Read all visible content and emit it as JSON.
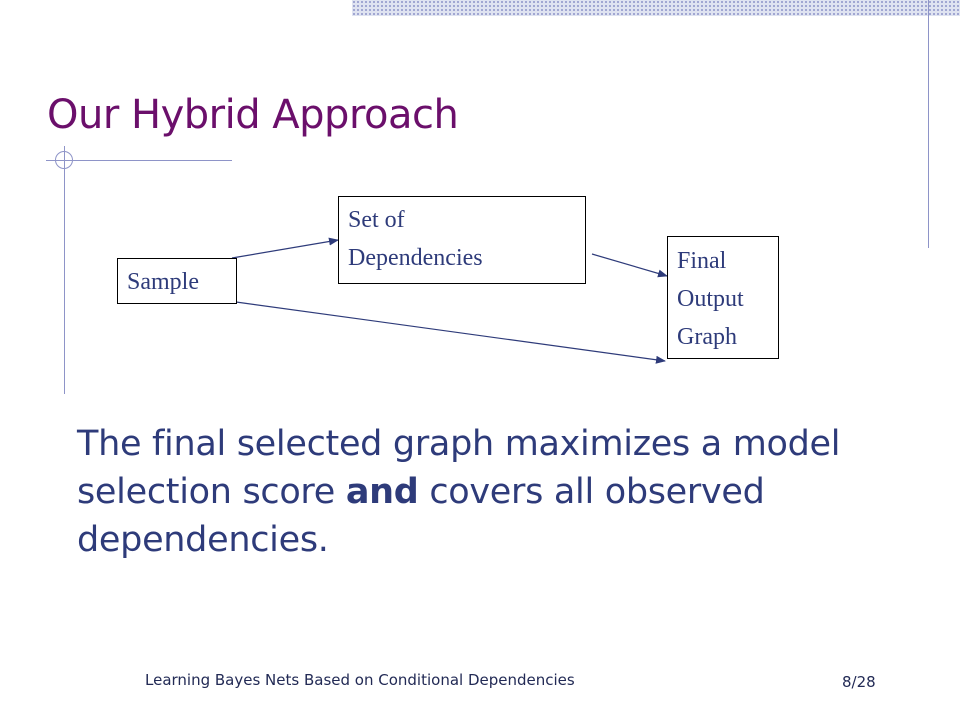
{
  "slide": {
    "title": "Our Hybrid Approach",
    "body_part1": "The final selected graph maximizes a model selection score ",
    "body_emphasis": "and",
    "body_part2": " covers all observed dependencies."
  },
  "diagram": {
    "nodes": {
      "sample": {
        "lines": [
          "Sample"
        ]
      },
      "dependencies": {
        "lines": [
          "Set of",
          "Dependencies"
        ]
      },
      "final": {
        "lines": [
          "Final",
          "Output",
          "Graph"
        ]
      }
    },
    "edges": [
      {
        "from": "sample",
        "to": "dependencies"
      },
      {
        "from": "dependencies",
        "to": "final"
      },
      {
        "from": "sample",
        "to": "final"
      }
    ]
  },
  "footer": {
    "text": "Learning Bayes Nets Based on Conditional Dependencies",
    "page": "8/28"
  },
  "colors": {
    "title": "#6b0f6b",
    "text": "#2e3b7a",
    "decor": "#8e94c8"
  }
}
